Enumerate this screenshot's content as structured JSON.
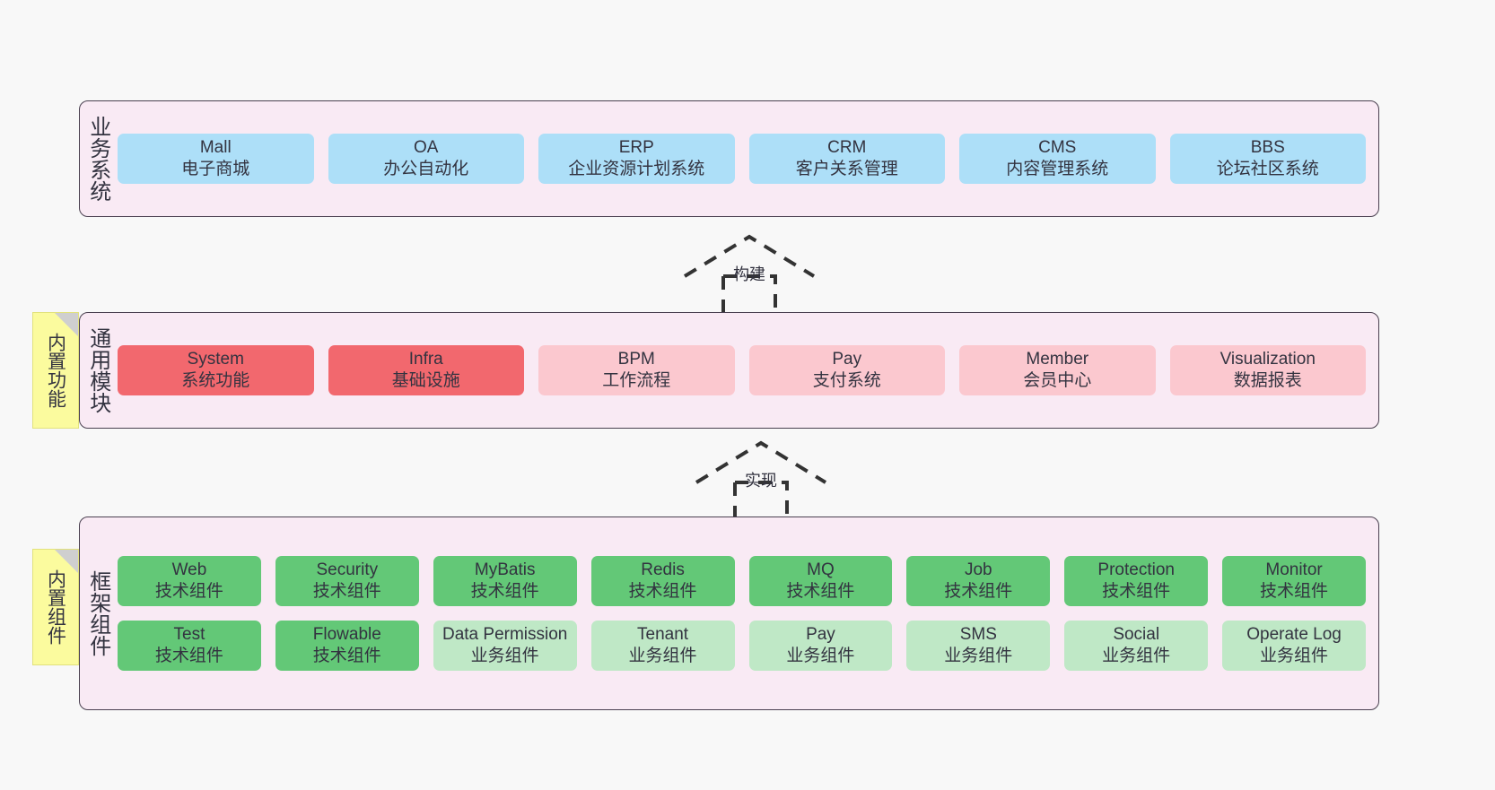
{
  "palette": {
    "background": "#f8f8f8",
    "layer_fill": "#f9eaf4",
    "layer_border": "#4a4050",
    "blue": "#addff8",
    "red": "#f2686e",
    "pink": "#fbc8cf",
    "green": "#63c877",
    "light_green": "#bfe8c6",
    "note_fill": "#fbfb9e",
    "text": "#333340"
  },
  "layers": [
    {
      "id": "business",
      "title": "业务系统",
      "rows": [
        {
          "boxes": [
            {
              "en": "Mall",
              "cn": "电子商城",
              "style": "blue"
            },
            {
              "en": "OA",
              "cn": "办公自动化",
              "style": "blue"
            },
            {
              "en": "ERP",
              "cn": "企业资源计划系统",
              "style": "blue"
            },
            {
              "en": "CRM",
              "cn": "客户关系管理",
              "style": "blue"
            },
            {
              "en": "CMS",
              "cn": "内容管理系统",
              "style": "blue"
            },
            {
              "en": "BBS",
              "cn": "论坛社区系统",
              "style": "blue"
            }
          ]
        }
      ]
    },
    {
      "id": "common",
      "title": "通用模块",
      "note": "内置功能",
      "rows": [
        {
          "boxes": [
            {
              "en": "System",
              "cn": "系统功能",
              "style": "red"
            },
            {
              "en": "Infra",
              "cn": "基础设施",
              "style": "red"
            },
            {
              "en": "BPM",
              "cn": "工作流程",
              "style": "pink"
            },
            {
              "en": "Pay",
              "cn": "支付系统",
              "style": "pink"
            },
            {
              "en": "Member",
              "cn": "会员中心",
              "style": "pink"
            },
            {
              "en": "Visualization",
              "cn": "数据报表",
              "style": "pink"
            }
          ]
        }
      ]
    },
    {
      "id": "framework",
      "title": "框架组件",
      "note": "内置组件",
      "rows": [
        {
          "boxes": [
            {
              "en": "Web",
              "cn": "技术组件",
              "style": "green"
            },
            {
              "en": "Security",
              "cn": "技术组件",
              "style": "green"
            },
            {
              "en": "MyBatis",
              "cn": "技术组件",
              "style": "green"
            },
            {
              "en": "Redis",
              "cn": "技术组件",
              "style": "green"
            },
            {
              "en": "MQ",
              "cn": "技术组件",
              "style": "green"
            },
            {
              "en": "Job",
              "cn": "技术组件",
              "style": "green"
            },
            {
              "en": "Protection",
              "cn": "技术组件",
              "style": "green"
            },
            {
              "en": "Monitor",
              "cn": "技术组件",
              "style": "green"
            }
          ]
        },
        {
          "boxes": [
            {
              "en": "Test",
              "cn": "技术组件",
              "style": "green"
            },
            {
              "en": "Flowable",
              "cn": "技术组件",
              "style": "green"
            },
            {
              "en": "Data Permission",
              "cn": "业务组件",
              "style": "lightgreen"
            },
            {
              "en": "Tenant",
              "cn": "业务组件",
              "style": "lightgreen"
            },
            {
              "en": "Pay",
              "cn": "业务组件",
              "style": "lightgreen"
            },
            {
              "en": "SMS",
              "cn": "业务组件",
              "style": "lightgreen"
            },
            {
              "en": "Social",
              "cn": "业务组件",
              "style": "lightgreen"
            },
            {
              "en": "Operate Log",
              "cn": "业务组件",
              "style": "lightgreen"
            }
          ]
        }
      ]
    }
  ],
  "connectors": [
    {
      "id": "build",
      "label": "构建"
    },
    {
      "id": "impl",
      "label": "实现"
    }
  ]
}
